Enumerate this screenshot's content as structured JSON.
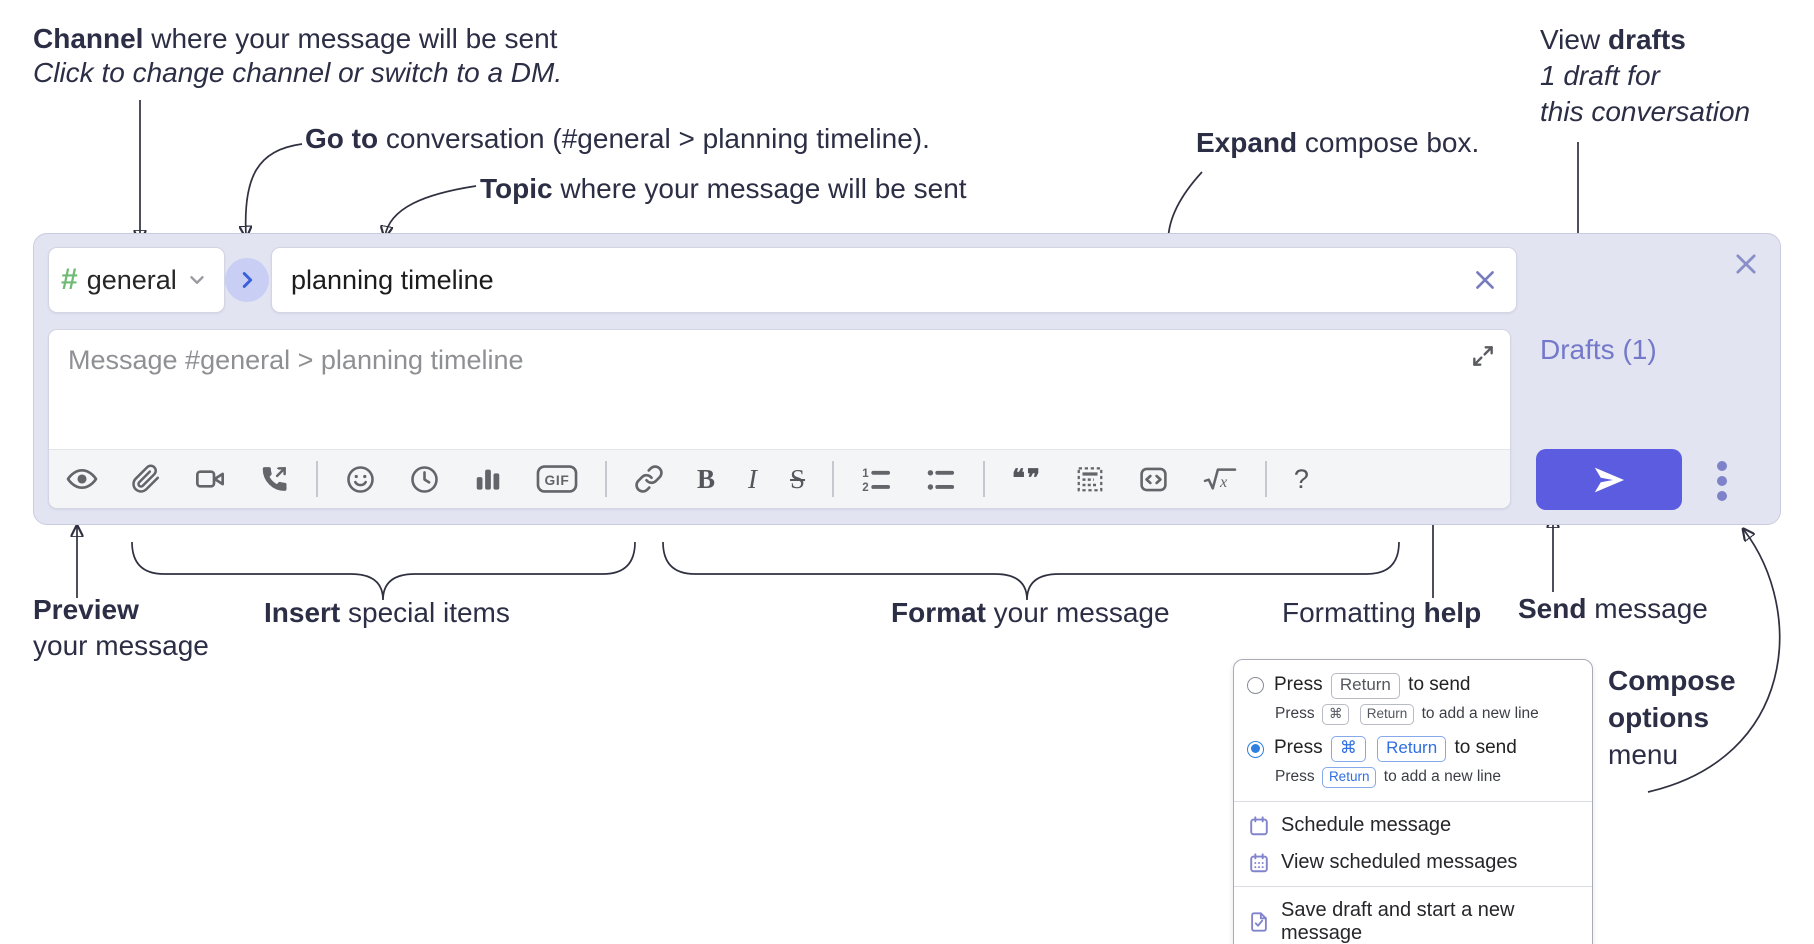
{
  "annotations": {
    "channel_bold": "Channel",
    "channel_rest": " where your message will be sent",
    "channel_sub": "Click to change channel or switch to a DM.",
    "goto_bold": "Go to",
    "goto_rest": " conversation (#general > planning timeline).",
    "topic_bold": "Topic",
    "topic_rest": " where your message will be sent",
    "expand_bold": "Expand",
    "expand_rest": " compose box.",
    "drafts_pre": "View ",
    "drafts_bold": "drafts",
    "drafts_sub1": "1 draft for",
    "drafts_sub2": "this conversation",
    "preview_bold": "Preview",
    "preview_sub": "your message",
    "insert_bold": "Insert",
    "insert_rest": " special items",
    "format_bold": "Format",
    "format_rest": " your message",
    "help_pre": "Formatting ",
    "help_bold": "help",
    "send_bold": "Send",
    "send_rest": " message",
    "options_line1": "Compose",
    "options_line2": "options",
    "options_line3": "menu"
  },
  "compose": {
    "channel_hash": "#",
    "channel_name": "general",
    "topic_value": "planning timeline",
    "message_placeholder": "Message #general > planning timeline",
    "drafts_link": "Drafts (1)",
    "gif_label": "GIF",
    "help_icon_label": "?"
  },
  "toolbar_icons": [
    "preview-eye",
    "attach-paperclip",
    "video-call",
    "voice-call",
    "emoji",
    "time",
    "poll",
    "gif",
    "link",
    "bold",
    "italic",
    "strikethrough",
    "numbered-list",
    "bulleted-list",
    "quote",
    "spoiler",
    "code",
    "math",
    "formatting-help"
  ],
  "compose_menu": {
    "options": [
      {
        "selected": false,
        "main_pre": "Press",
        "main_key1": "Return",
        "main_post": "to send",
        "sub_pre": "Press",
        "sub_key1": "⌘",
        "sub_key2": "Return",
        "sub_post": "to add a new line"
      },
      {
        "selected": true,
        "main_pre": "Press",
        "main_key1": "⌘",
        "main_key2": "Return",
        "main_post": "to send",
        "sub_pre": "Press",
        "sub_key1": "Return",
        "sub_post": "to add a new line"
      }
    ],
    "items": [
      {
        "icon": "calendar-icon",
        "label": "Schedule message"
      },
      {
        "icon": "calendar-grid-icon",
        "label": "View scheduled messages"
      },
      {
        "icon": "save-draft-icon",
        "label": "Save draft and start a new message"
      }
    ]
  },
  "colors": {
    "compose_bg": "#e2e4f2",
    "accent_send": "#5b5ce0",
    "link_purple": "#7478c8",
    "channel_green": "#6fbb75",
    "radio_blue": "#2f80e0",
    "kbd_blue": "#2f6fe0",
    "icon_gray": "#63656a",
    "annotation_ink": "#2b2e44"
  }
}
